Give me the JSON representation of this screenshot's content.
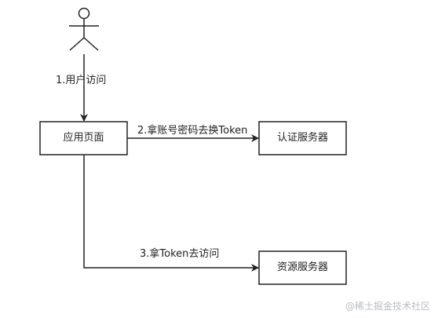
{
  "actor": {
    "icon": "stick-figure-user-icon"
  },
  "nodes": {
    "app_page": "应用页面",
    "auth_server": "认证服务器",
    "resource_server": "资源服务器"
  },
  "edges": {
    "step1": "1.用户访问",
    "step2": "2.拿账号密码去换Token",
    "step3": "3.拿Token去访问"
  },
  "watermark": "@稀土掘金技术社区",
  "colors": {
    "stroke": "#222222",
    "text": "#222222",
    "watermark": "#b9bcc2",
    "background": "#ffffff"
  }
}
